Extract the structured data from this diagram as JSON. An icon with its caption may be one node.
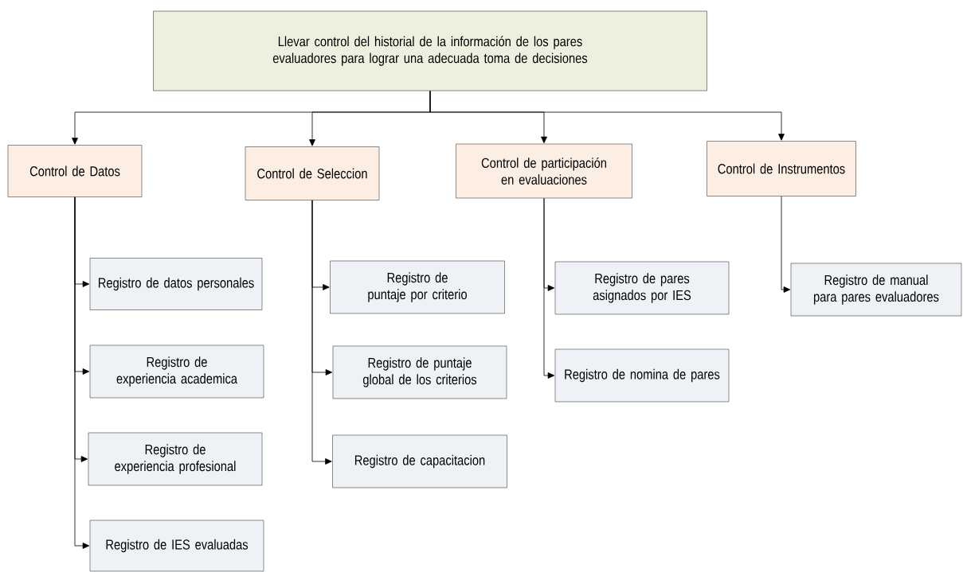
{
  "diagram": {
    "nodes": [
      {
        "text": [
          "Llevar control del historial de la información de los pares evaluadores para lograr una adecuada toma de decisiones"
        ]
      },
      {
        "text": [
          "Control de Datos"
        ]
      },
      {
        "text": [
          "Control de Seleccion"
        ]
      },
      {
        "text": [
          "Control de participación en evaluaciones"
        ]
      },
      {
        "text": [
          "Control de Instrumentos"
        ]
      },
      {
        "text": [
          "Registro de datos personales"
        ]
      },
      {
        "text": [
          "Registro de experiencia academica"
        ]
      },
      {
        "text": [
          "Registro de experiencia profesional"
        ]
      },
      {
        "text": [
          "Registro de IES evaluadas"
        ]
      },
      {
        "text": [
          "Registro de puntaje por criterio"
        ]
      },
      {
        "text": [
          "Registro de puntaje global de los criterios"
        ]
      },
      {
        "text": [
          "Registro de capacitacion"
        ]
      },
      {
        "text": [
          "Registro de pares asignados por IES"
        ]
      },
      {
        "text": [
          "Registro de nomina de pares"
        ]
      },
      {
        "text": [
          "Registro de manual para pares evaluadores"
        ]
      }
    ],
    "edges": [
      {
        "from": 0,
        "to": 1,
        "arrow": "to"
      },
      {
        "from": 0,
        "to": 2,
        "arrow": "to"
      },
      {
        "from": 0,
        "to": 3,
        "arrow": "to"
      },
      {
        "from": 0,
        "to": 4,
        "arrow": "to"
      },
      {
        "from": 1,
        "to": 5,
        "arrow": "to"
      },
      {
        "from": 1,
        "to": 6,
        "arrow": "to"
      },
      {
        "from": 1,
        "to": 7,
        "arrow": "to"
      },
      {
        "from": 1,
        "to": 8,
        "arrow": "to"
      },
      {
        "from": 2,
        "to": 9,
        "arrow": "to"
      },
      {
        "from": 2,
        "to": 10,
        "arrow": "to"
      },
      {
        "from": 2,
        "to": 11,
        "arrow": "to"
      },
      {
        "from": 3,
        "to": 12,
        "arrow": "to"
      },
      {
        "from": 3,
        "to": 13,
        "arrow": "to"
      },
      {
        "from": 4,
        "to": 14,
        "arrow": "to"
      }
    ]
  }
}
